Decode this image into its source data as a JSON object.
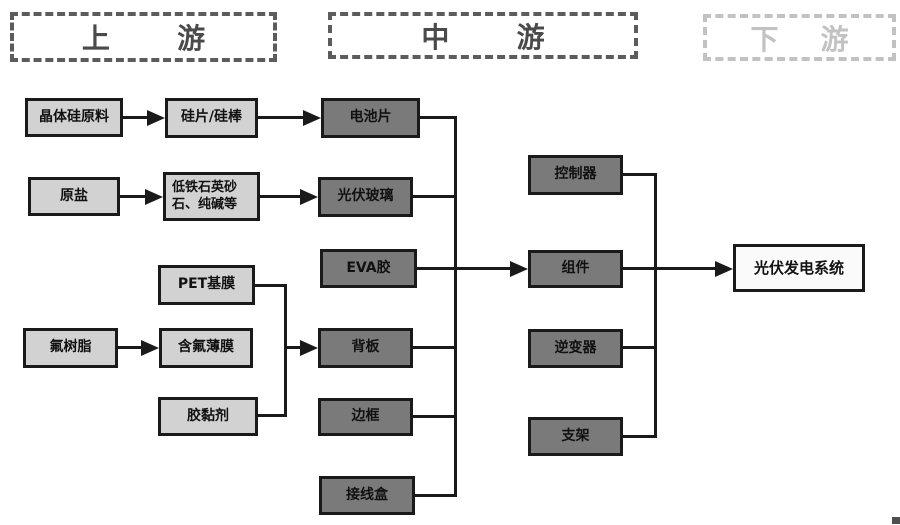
{
  "headers": {
    "upstream": {
      "label": "上游"
    },
    "midstream": {
      "label": "中游"
    },
    "downstream": {
      "label": "下游"
    }
  },
  "nodes": {
    "crystalline_silicon": {
      "label": "晶体硅原料"
    },
    "silicon_wafer_rod": {
      "label": "硅片/硅棒"
    },
    "raw_salt": {
      "label": "原盐"
    },
    "low_iron_quartz_soda": {
      "label": "低铁石英砂石、纯碱等"
    },
    "pet_base_film": {
      "label": "PET基膜"
    },
    "fluororesin": {
      "label": "氟树脂"
    },
    "fluorine_film": {
      "label": "含氟薄膜"
    },
    "adhesive": {
      "label": "胶黏剂"
    },
    "solar_cell": {
      "label": "电池片"
    },
    "pv_glass": {
      "label": "光伏玻璃"
    },
    "eva_glue": {
      "label": "EVA胶"
    },
    "backsheet": {
      "label": "背板"
    },
    "frame": {
      "label": "边框"
    },
    "junction_box": {
      "label": "接线盒"
    },
    "controller": {
      "label": "控制器"
    },
    "module": {
      "label": "组件"
    },
    "inverter": {
      "label": "逆变器"
    },
    "bracket": {
      "label": "支架"
    },
    "pv_power_system": {
      "label": "光伏发电系统"
    }
  },
  "colors": {
    "upstream_box_fill": "#d2d2d2",
    "midstream_box_fill": "#7a7a7a",
    "system_box_fill": "#fafafa",
    "box_border": "#1a1a1a",
    "connector_line": "#1a1a1a",
    "header_active_text": "#4a4a4a",
    "header_inactive_text": "#c2c2c2",
    "background": "#ffffff"
  }
}
